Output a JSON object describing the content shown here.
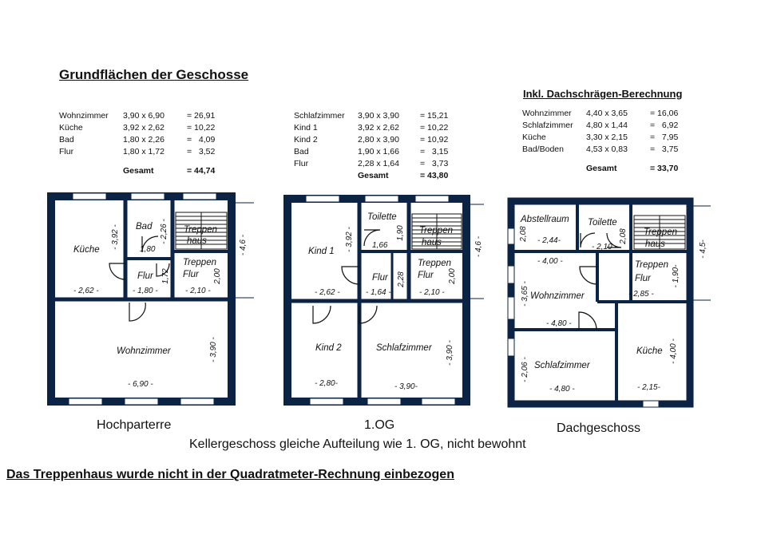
{
  "title": "Grundflächen der Geschosse",
  "dach_subtitle": "Inkl. Dachschrägen-Berechnung",
  "tables": {
    "hochparterre": {
      "rows": [
        {
          "room": "Wohnzimmer",
          "dims": "3,90 x 6,90",
          "area": "= 26,91"
        },
        {
          "room": "Küche",
          "dims": "3,92 x 2,62",
          "area": "= 10,22"
        },
        {
          "room": "Bad",
          "dims": "1,80 x 2,26",
          "area": "=   4,09"
        },
        {
          "room": "Flur",
          "dims": "1,80 x 1,72",
          "area": "=   3,52"
        }
      ],
      "total_label": "Gesamt",
      "total_value": "= 44,74"
    },
    "og": {
      "rows": [
        {
          "room": "Schlafzimmer",
          "dims": "3,90 x 3,90",
          "area": "= 15,21"
        },
        {
          "room": "Kind 1",
          "dims": "3,92 x 2,62",
          "area": "= 10,22"
        },
        {
          "room": "Kind 2",
          "dims": "2,80 x 3,90",
          "area": "= 10,92"
        },
        {
          "room": "Bad",
          "dims": "1,90 x 1,66",
          "area": "=   3,15"
        },
        {
          "room": "Flur",
          "dims": "2,28 x 1,64",
          "area": "=   3,73"
        }
      ],
      "total_label": "Gesamt",
      "total_value": "= 43,80"
    },
    "dach": {
      "rows": [
        {
          "room": "Wohnzimmer",
          "dims": "4,40 x 3,65",
          "area": "= 16,06"
        },
        {
          "room": "Schlafzimmer",
          "dims": "4,80 x 1,44",
          "area": "=   6,92"
        },
        {
          "room": "Küche",
          "dims": "3,30 x 2,15",
          "area": "=   7,95"
        },
        {
          "room": "Bad/Boden",
          "dims": "4,53 x 0,83",
          "area": "=   3,75"
        }
      ],
      "total_label": "Gesamt",
      "total_value": "= 33,70"
    }
  },
  "plans": {
    "hochparterre": {
      "kueche": "Küche",
      "bad": "Bad",
      "treppenhaus_1": "Treppen",
      "treppenhaus_2": "haus",
      "flur": "Flur",
      "treppenflur_1": "Treppen",
      "treppenflur_2": "Flur",
      "wohnzimmer": "Wohnzimmer",
      "d_kueche_v": "- 3,92 -",
      "d_bad_v": "- 2,26 -",
      "d_bad_h": "1,80",
      "d_flur_v": "1,72",
      "d_tf_v": "2,00",
      "d_outer_v": "- 4,6 -",
      "d_kueche_h": "- 2,62 -",
      "d_flur_h": "- 1,80 -",
      "d_tf_h": "- 2,10 -",
      "d_wohn_v": "- 3,90 -",
      "d_wohn_h": "- 6,90 -"
    },
    "og": {
      "kind1": "Kind 1",
      "toilette": "Toilette",
      "treppenhaus_1": "Treppen",
      "treppenhaus_2": "haus",
      "flur": "Flur",
      "treppenflur_1": "Treppen",
      "treppenflur_2": "Flur",
      "kind2": "Kind 2",
      "schlafzimmer": "Schlafzimmer",
      "d_kind1_v": "- 3,92 -",
      "d_toil_h": "1,66",
      "d_toil_v": "1,90",
      "d_flur_v": "2,28",
      "d_tf_v": "2,00",
      "d_outer_v": "- 4,6 -",
      "d_kind1_h": "- 2,62 -",
      "d_flur_h": "- 1,64 -",
      "d_tf_h": "- 2,10 -",
      "d_kind2_h": "- 2,80-",
      "d_schlaf_h": "- 3,90-",
      "d_schlaf_v": "- 3,90 -"
    },
    "dach": {
      "abstellraum": "Abstellraum",
      "toilette": "Toilette",
      "treppenhaus_1": "Treppen",
      "treppenhaus_2": "haus",
      "treppenflur_1": "Treppen",
      "treppenflur_2": "Flur",
      "wohnzimmer": "Wohnzimmer",
      "schlafzimmer": "Schlafzimmer",
      "kueche": "Küche",
      "d_abst_v": "2,08",
      "d_abst_h": "- 2,44-",
      "d_toil_h": "- 2,10 -",
      "d_toil_v": "2,08",
      "d_outer_v": "- 4,5-",
      "d_wohn_top": "- 4,00 -",
      "d_wohn_v": "- 3,65 -",
      "d_wohn_h": "- 4,80 -",
      "d_tf_h": "- 2,85 -",
      "d_tf_v": "- 1,90-",
      "d_schlaf_v": "- 2,06 -",
      "d_schlaf_h": "- 4,80 -",
      "d_kueche_v": "- 4,00 -",
      "d_kueche_h": "- 2,15-"
    }
  },
  "floor_labels": {
    "hochparterre": "Hochparterre",
    "og": "1.OG",
    "dach": "Dachgeschoss"
  },
  "note": "Kellergeschoss gleiche Aufteilung wie 1. OG, nicht bewohnt",
  "footnote": "Das Treppenhaus wurde nicht in der Quadratmeter-Rechnung einbezogen",
  "colors": {
    "wall": "#0b2345",
    "window": "#ffffff",
    "ink": "#111111"
  }
}
